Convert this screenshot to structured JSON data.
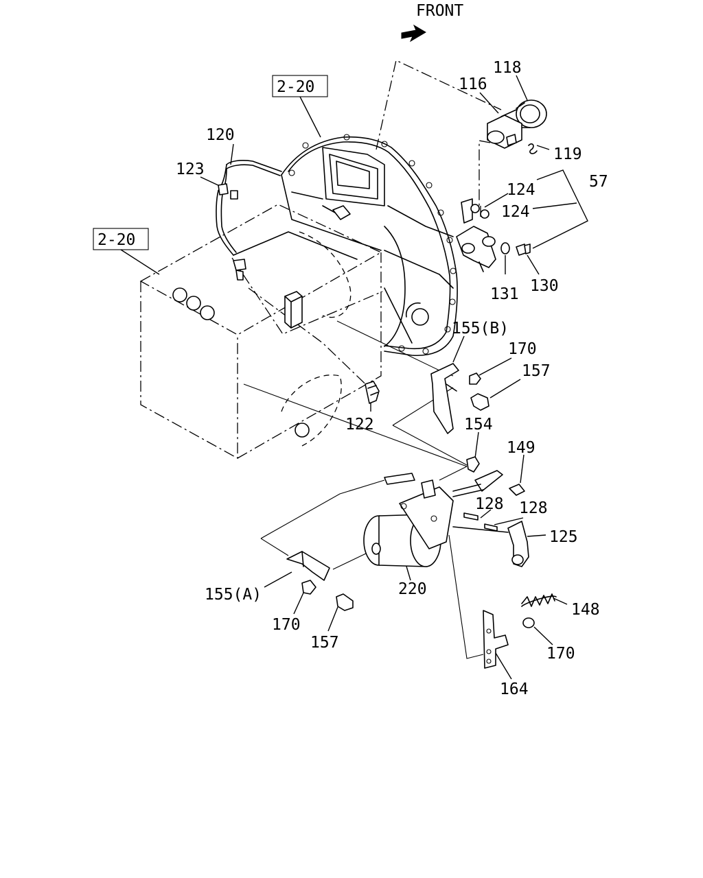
{
  "front_label": "FRONT",
  "refs": [
    {
      "id": "ref-2-20-top",
      "text": "2-20"
    },
    {
      "id": "ref-2-20-left",
      "text": "2-20"
    }
  ],
  "callouts": [
    {
      "id": "callout-118",
      "text": "118"
    },
    {
      "id": "callout-116",
      "text": "116"
    },
    {
      "id": "callout-119",
      "text": "119"
    },
    {
      "id": "callout-120",
      "text": "120"
    },
    {
      "id": "callout-123",
      "text": "123"
    },
    {
      "id": "callout-57",
      "text": "57"
    },
    {
      "id": "callout-124-a",
      "text": "124"
    },
    {
      "id": "callout-124-b",
      "text": "124"
    },
    {
      "id": "callout-131",
      "text": "131"
    },
    {
      "id": "callout-130",
      "text": "130"
    },
    {
      "id": "callout-155b",
      "text": "155(B)"
    },
    {
      "id": "callout-170-a",
      "text": "170"
    },
    {
      "id": "callout-157-a",
      "text": "157"
    },
    {
      "id": "callout-122",
      "text": "122"
    },
    {
      "id": "callout-154",
      "text": "154"
    },
    {
      "id": "callout-149",
      "text": "149"
    },
    {
      "id": "callout-128-a",
      "text": "128"
    },
    {
      "id": "callout-128-b",
      "text": "128"
    },
    {
      "id": "callout-125",
      "text": "125"
    },
    {
      "id": "callout-155a",
      "text": "155(A)"
    },
    {
      "id": "callout-220",
      "text": "220"
    },
    {
      "id": "callout-170-b",
      "text": "170"
    },
    {
      "id": "callout-157-b",
      "text": "157"
    },
    {
      "id": "callout-148",
      "text": "148"
    },
    {
      "id": "callout-170-c",
      "text": "170"
    },
    {
      "id": "callout-164",
      "text": "164"
    }
  ]
}
